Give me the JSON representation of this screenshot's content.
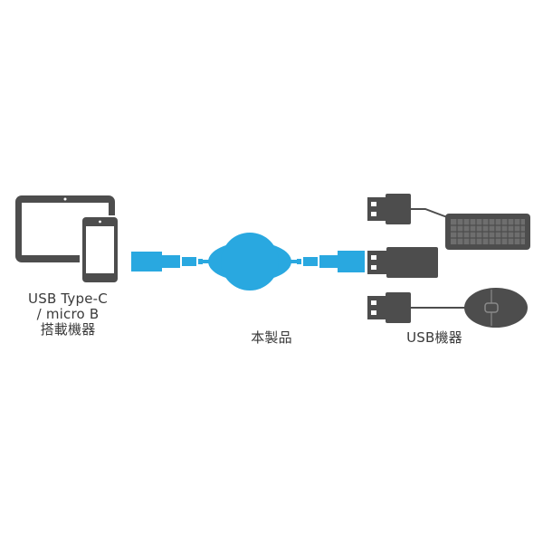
{
  "labels": {
    "host_line1": "USB Type-C",
    "host_line2": "/ micro B",
    "host_line3": "搭載機器",
    "product": "本製品",
    "usb_devices": "USB機器"
  },
  "colors": {
    "device_gray": "#4d4d4d",
    "cable_blue": "#29a8e0",
    "text": "#3a3a3a"
  },
  "icons": [
    "tablet-icon",
    "smartphone-icon",
    "retractable-cable-icon",
    "usb-a-plug-icon",
    "keyboard-icon",
    "usb-flash-drive-icon",
    "mouse-icon"
  ]
}
